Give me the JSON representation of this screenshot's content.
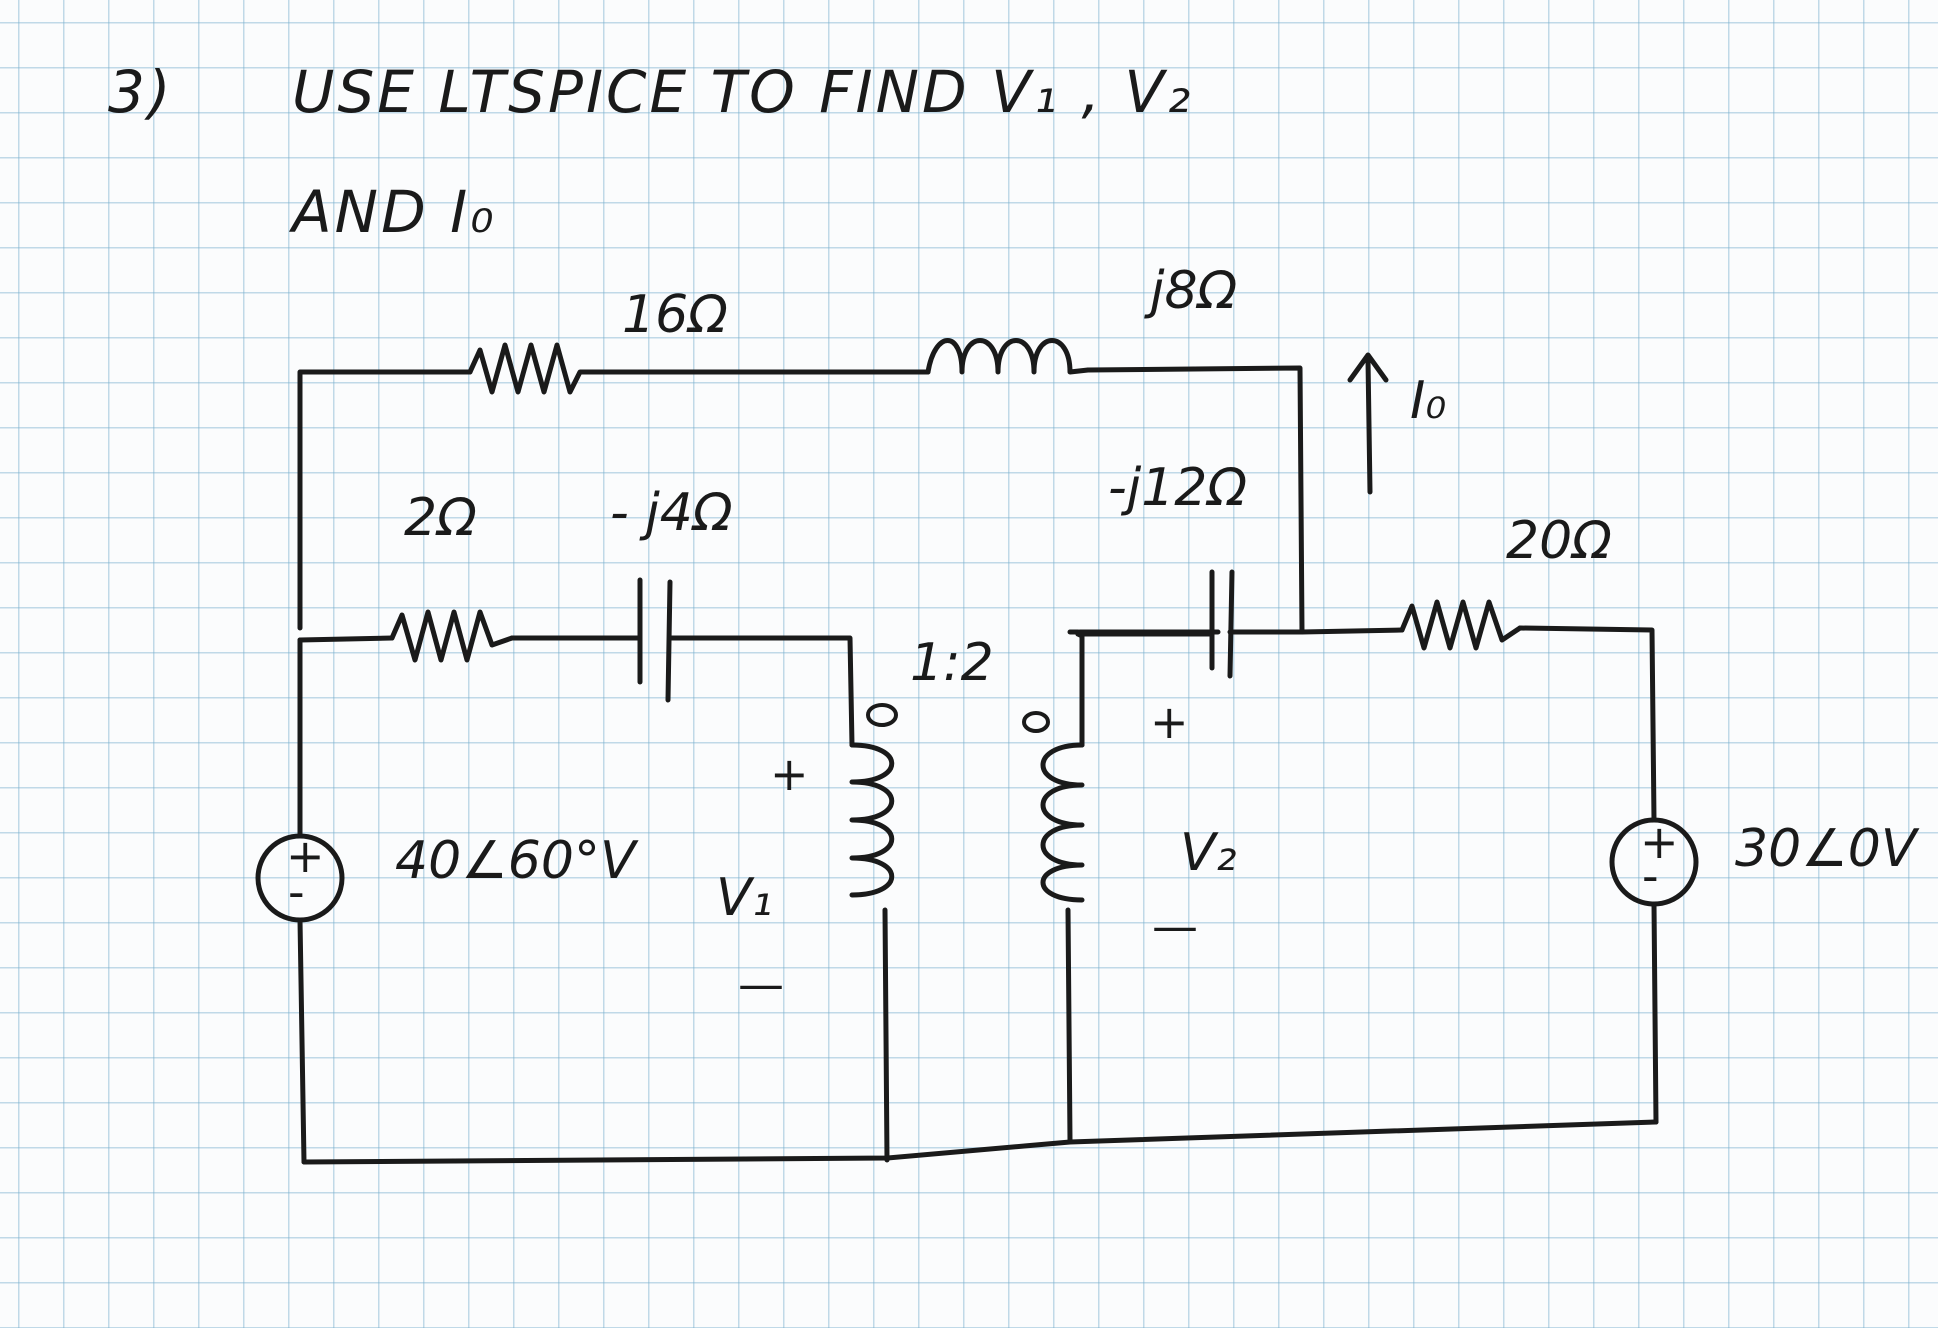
{
  "problem": {
    "number": "3)",
    "line1": "USE LTSPICE TO FIND V₁ , V₂",
    "line2": "AND I₀"
  },
  "components": {
    "r_top": "16Ω",
    "l_top": "j8Ω",
    "r_mid": "2Ω",
    "c_left": "- j4Ω",
    "c_right": "-j12Ω",
    "r_right": "20Ω",
    "turns_ratio": "1:2",
    "source_left": "40∠60°V",
    "source_right": "30∠0V",
    "current_label": "I₀",
    "v1_label": "V₁",
    "v2_label": "V₂"
  },
  "signs": {
    "plus": "+",
    "minus": "-",
    "minus_long": "—"
  }
}
